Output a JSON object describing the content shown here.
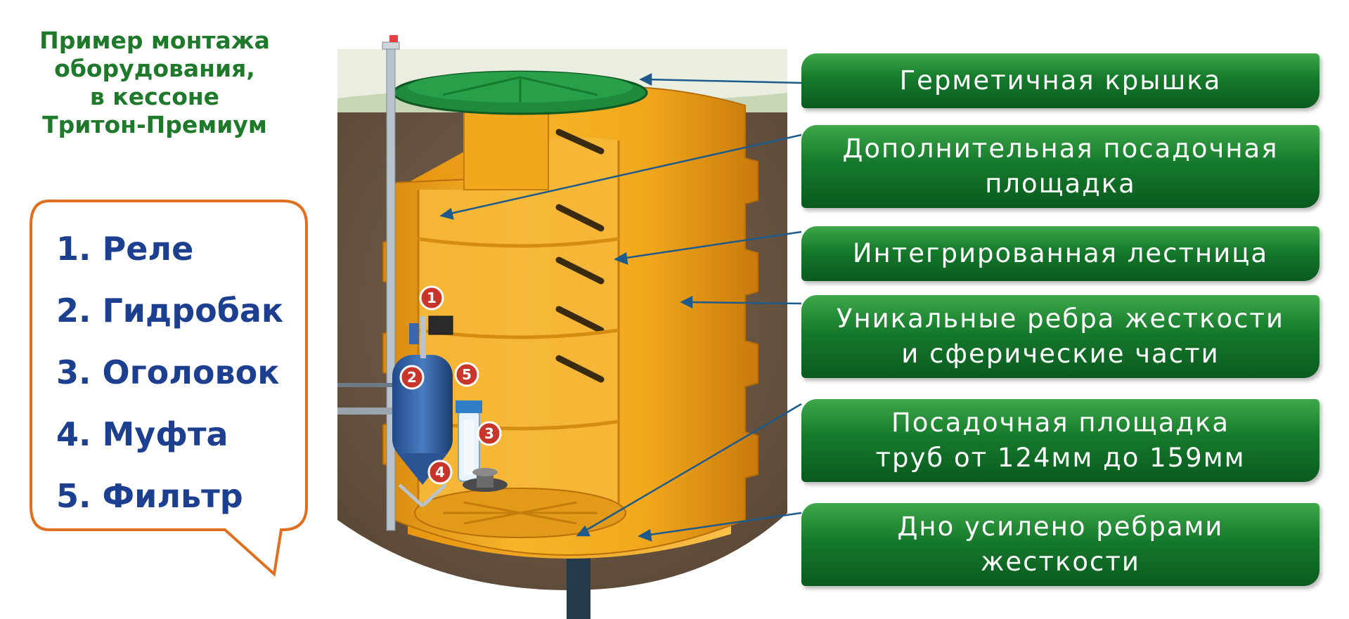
{
  "title_lines": [
    "Пример монтажа",
    "оборудования,",
    "в кессоне",
    "Тритон-Премиум"
  ],
  "legend_items": [
    "1. Реле",
    "2. Гидробак",
    "3. Оголовок",
    "4. Муфта",
    "5. Фильтр"
  ],
  "markers": [
    "1",
    "2",
    "3",
    "4",
    "5"
  ],
  "callouts": [
    {
      "lines": [
        "Герметичная крышка"
      ]
    },
    {
      "lines": [
        "Дополнительная посадочная",
        "площадка"
      ]
    },
    {
      "lines": [
        "Интегрированная лестница"
      ]
    },
    {
      "lines": [
        "Уникальные ребра жесткости",
        "и сферические части"
      ]
    },
    {
      "lines": [
        "Посадочная площадка",
        "труб от 124мм до 159мм"
      ]
    },
    {
      "lines": [
        "Дно усилено ребрами",
        "жесткости"
      ]
    }
  ],
  "colors": {
    "title_green": "#1e7a2a",
    "legend_blue": "#1d3f8f",
    "legend_border": "#e07020",
    "callout_green": "#157a2b",
    "caisson_orange": "#f2a81c",
    "lid_green": "#1f8a3a",
    "soil": "#6e5a45",
    "marker_red": "#c8352b"
  }
}
